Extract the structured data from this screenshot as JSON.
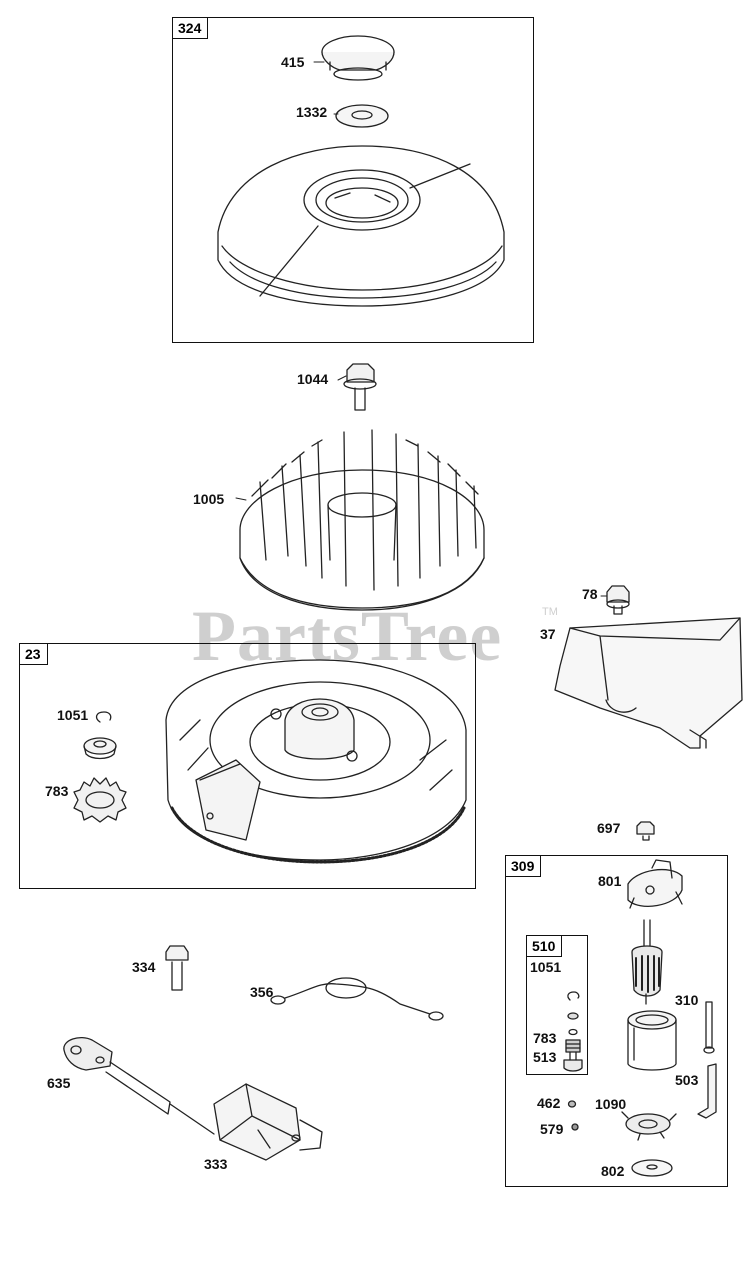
{
  "watermark": {
    "text": "PartsTree",
    "tm": "TM"
  },
  "groups": {
    "g324": "324",
    "g23": "23",
    "g309": "309",
    "g510": "510"
  },
  "labels": {
    "p415": "415",
    "p1332": "1332",
    "p1044": "1044",
    "p1005": "1005",
    "p78": "78",
    "p37": "37",
    "p1051": "1051",
    "p783": "783",
    "p697": "697",
    "p801": "801",
    "p1051b": "1051",
    "p310": "310",
    "p783b": "783",
    "p513": "513",
    "p503": "503",
    "p462": "462",
    "p1090": "1090",
    "p579": "579",
    "p802": "802",
    "p334": "334",
    "p356": "356",
    "p635": "635",
    "p333": "333"
  }
}
